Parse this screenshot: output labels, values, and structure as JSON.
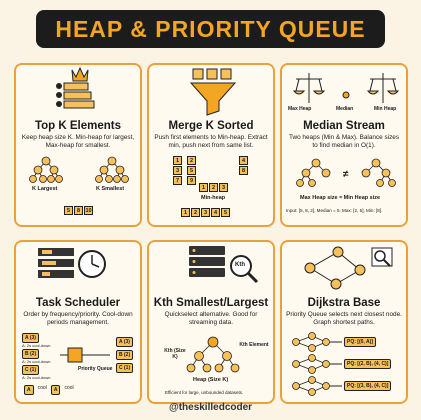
{
  "title": "HEAP & PRIORITY QUEUE",
  "cards": [
    {
      "title": "Top K Elements",
      "desc": "Keep heap size K. Min-heap for largest, Max-heap for smallest.",
      "labels": [
        "K Largest",
        "K Smallest"
      ],
      "boxes": [
        "5",
        "8",
        "10"
      ]
    },
    {
      "title": "Merge K Sorted",
      "desc": "Push first elements to Min-heap. Extract min, push next from same list.",
      "heap_label": "Min-heap",
      "boxes": [
        "1",
        "2",
        "3",
        "4",
        "5"
      ],
      "list1": [
        "1",
        "3",
        "7"
      ],
      "list2": [
        "2",
        "5",
        "9"
      ],
      "list3": [
        "4",
        "8"
      ],
      "heap_row": [
        "1",
        "2",
        "3"
      ]
    },
    {
      "title": "Median Stream",
      "desc": "Two heaps (Min & Max). Balance sizes to find median in O(1).",
      "scale_labels": [
        "Max Heap",
        "Median",
        "Min Heap"
      ],
      "size_text": "Max Heap size ≈ Min Heap size",
      "input_text": "Input: [5, 8, 2], Median = 5. Max: [2, 5], Min: [8]."
    },
    {
      "title": "Task Scheduler",
      "desc": "Order by frequency/priority. Cool-down periods management.",
      "pq_label": "Priority Queue",
      "tasks": [
        "A (3)",
        "B (2)",
        "C (1)"
      ],
      "cool": [
        "A: 2s cool-down",
        "A: 2s cool-down",
        "A: 2s cool-down"
      ],
      "out": [
        "A (3)",
        "B (2)",
        "C (1)"
      ],
      "cool_row": [
        "A",
        "cool",
        "A",
        "cool"
      ]
    },
    {
      "title": "Kth Smallest/Largest",
      "desc": "Quickselect alternative. Good for streaming data.",
      "k_badge": "Kth",
      "kth_label": "Kth (Size K)",
      "kth_elem": "Kth Element",
      "heap_label": "Heap (Size K)",
      "note": "Efficient for large, unbounded datasets."
    },
    {
      "title": "Dijkstra Base",
      "desc": "Priority Queue selects next closest node. Graph shortest paths.",
      "pq1": "PQ: [(0, A)]",
      "pq2": "PQ: [(2, B), (4, C)]",
      "pq3": "PQ: [(3, B), (4, C)]"
    }
  ],
  "footer": "@theskilledcoder"
}
